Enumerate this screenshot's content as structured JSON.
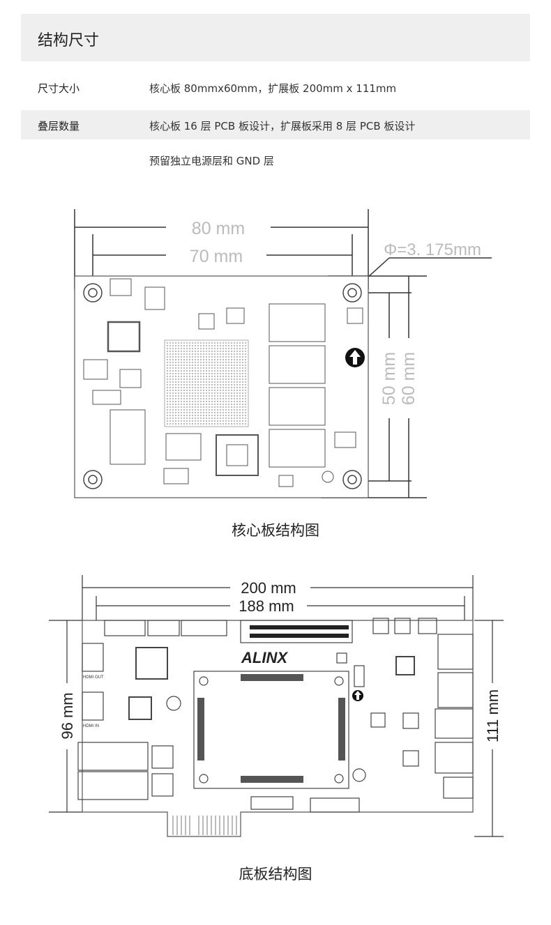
{
  "section": {
    "title": "结构尺寸"
  },
  "rows": [
    {
      "label": "尺寸大小",
      "value": "核心板 80mmx60mm，扩展板 200mm x 111mm"
    },
    {
      "label": "叠层数量",
      "value": "核心板 16 层 PCB 板设计，扩展板采用 8 层 PCB 板设计"
    },
    {
      "label": "",
      "value": "预留独立电源层和 GND 层"
    }
  ],
  "core_board": {
    "dim_width_outer": "80 mm",
    "dim_width_inner": "70 mm",
    "dim_hole": "Φ=3. 175mm",
    "dim_height_inner": "50 mm",
    "dim_height_outer": "60 mm",
    "caption": "核心板结构图"
  },
  "base_board": {
    "dim_width_outer": "200 mm",
    "dim_width_inner": "188 mm",
    "dim_height_left": "96 mm",
    "dim_height_right": "111 mm",
    "brand": "ALINX",
    "label_hdmi_out": "HDMI OUT",
    "label_hdmi_in": "HDMI IN",
    "caption": "底板结构图"
  }
}
